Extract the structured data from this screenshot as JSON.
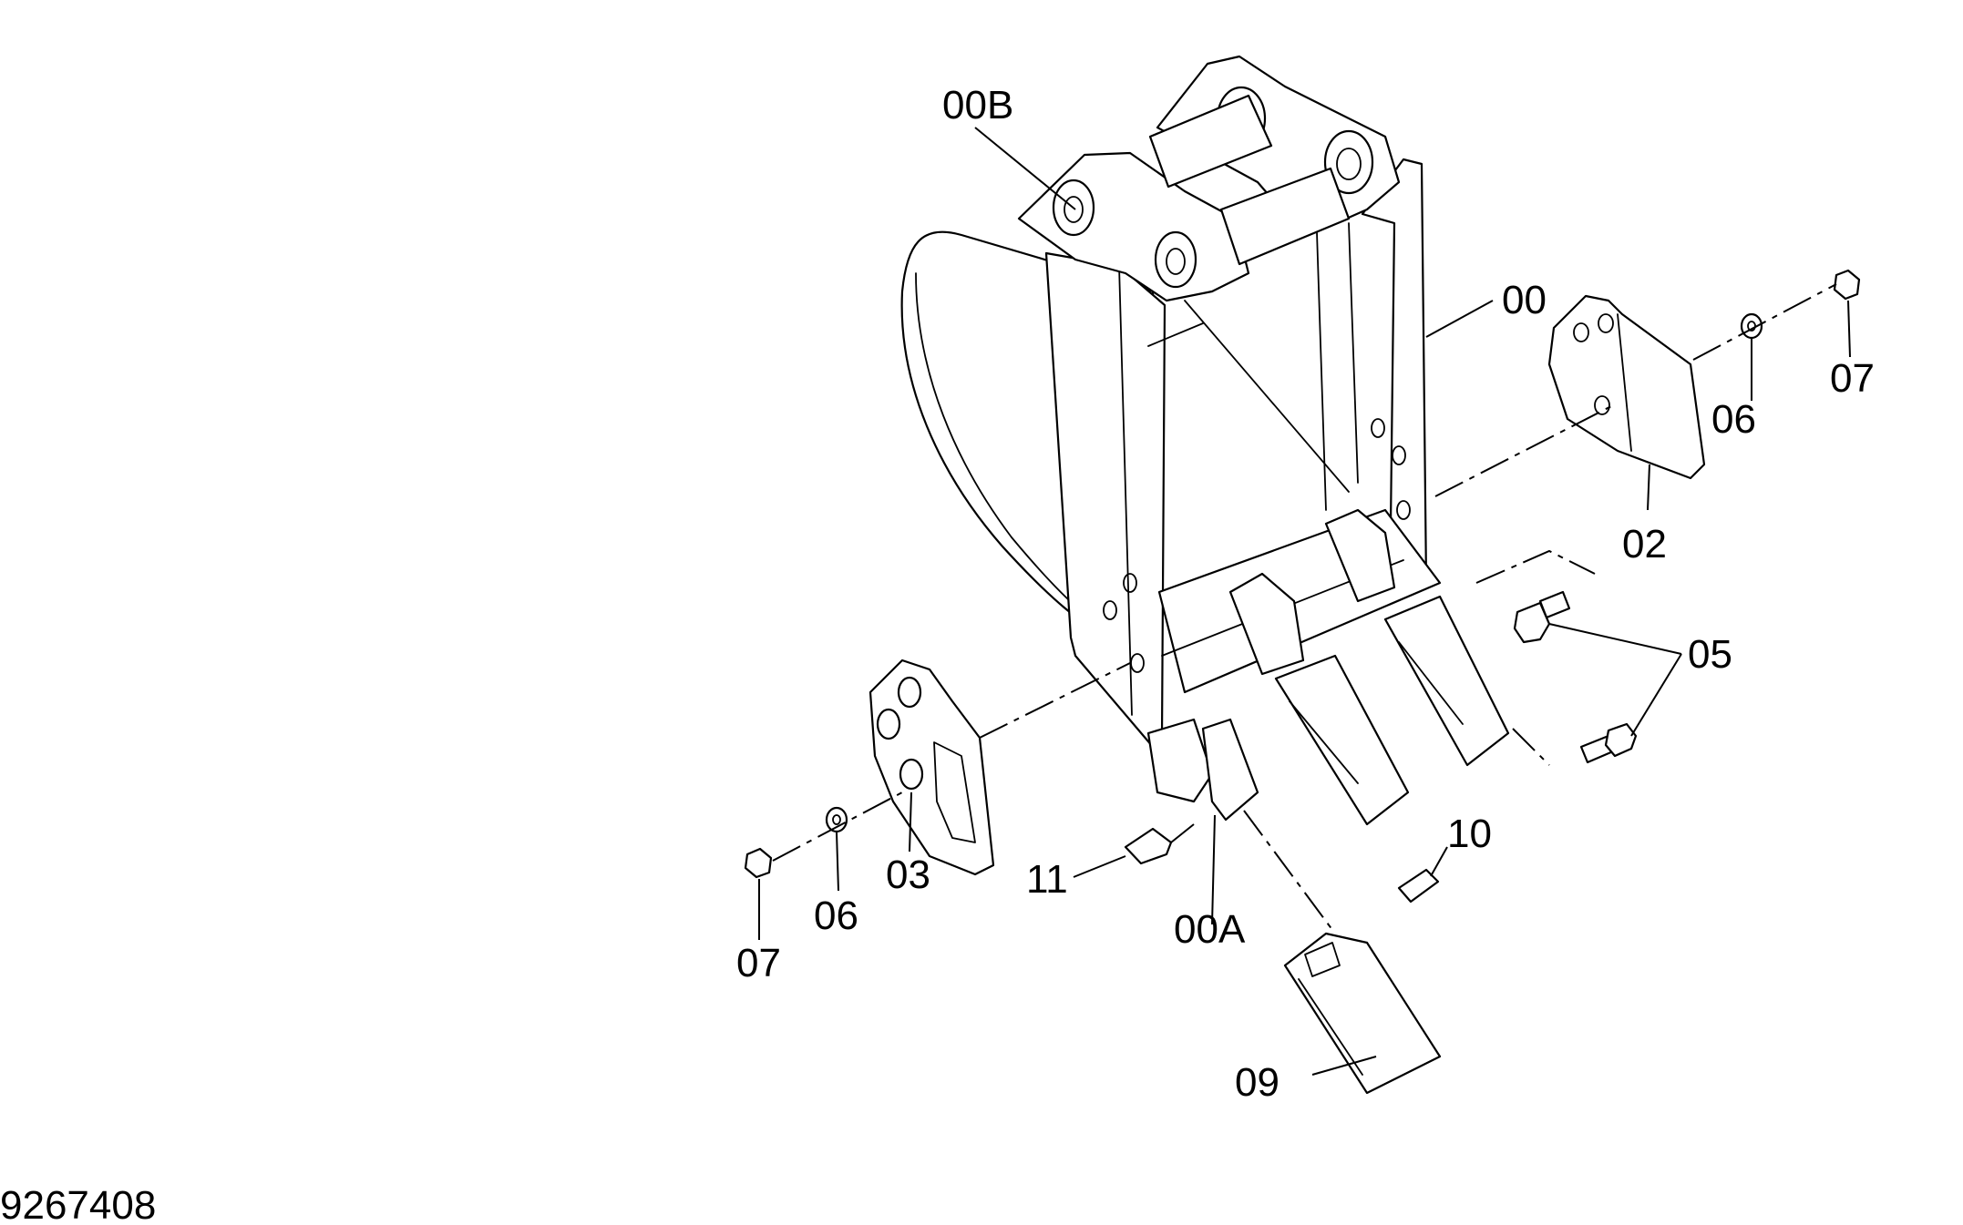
{
  "document_number": "9267408",
  "callouts": {
    "c00": "00",
    "c00A": "00A",
    "c00B": "00B",
    "c02": "02",
    "c03": "03",
    "c05": "05",
    "c06_right": "06",
    "c06_left": "06",
    "c07_right": "07",
    "c07_left": "07",
    "c09": "09",
    "c10": "10",
    "c11": "11"
  },
  "colors": {
    "line": "#000000",
    "background": "#ffffff"
  }
}
